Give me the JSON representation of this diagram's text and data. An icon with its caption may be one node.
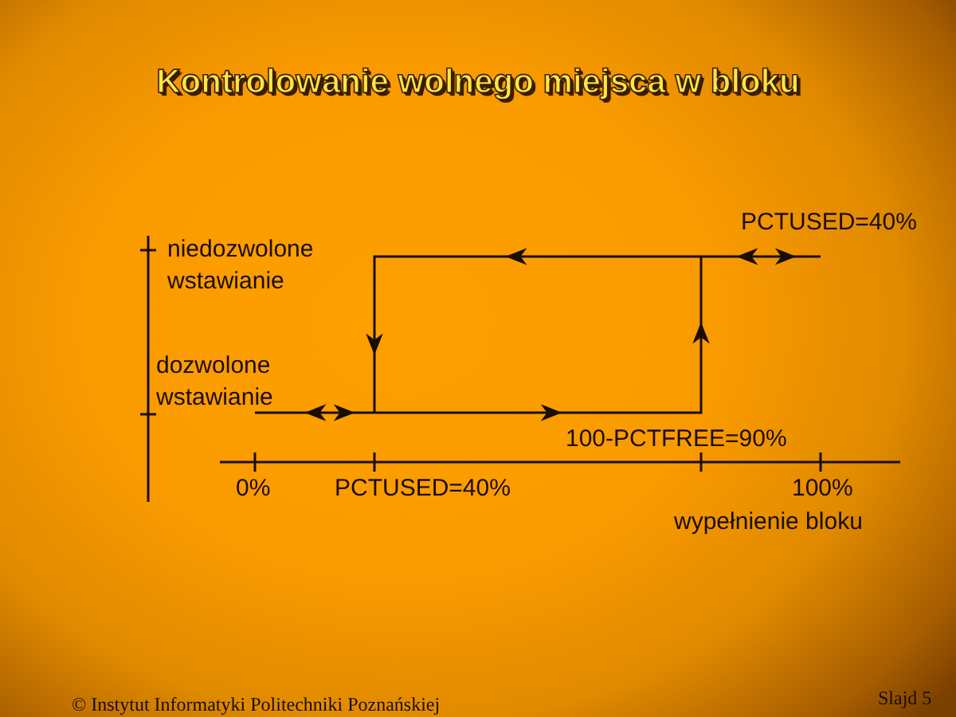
{
  "diagram": {
    "title": "Kontrolowanie wolnego miejsca w bloku",
    "labels": [
      "PCTUSED=40%",
      "niedozwolone wstawianie",
      "dozwolone wstawianie",
      "100-PCTFREE=90%",
      "0%",
      "PCTUSED=40%",
      "100%",
      "wypełnienie bloku",
      "© Instytut Informatyki Politechniki Poznańskiej",
      "Slajd 5"
    ]
  }
}
